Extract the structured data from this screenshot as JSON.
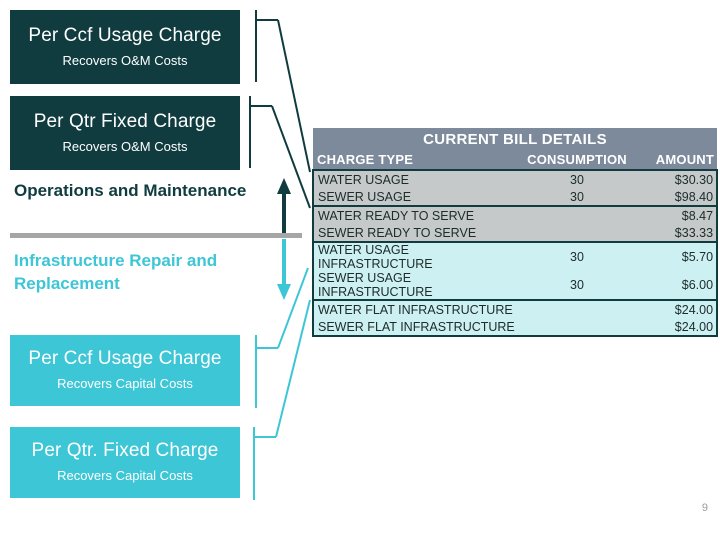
{
  "slide": {
    "page_number": "9",
    "colors": {
      "dark_teal": "#103C40",
      "cyan": "#3DC6D6",
      "table_header_slate": "#7D8A9C",
      "row_gray": "#C5C9C9",
      "row_cyan": "#CDF0F2",
      "divider_gray": "#A6A6A6"
    }
  },
  "charge_boxes": [
    {
      "id": "om-usage",
      "title": "Per Ccf Usage Charge",
      "subtitle": "Recovers O&M Costs",
      "style": "dark"
    },
    {
      "id": "om-fixed",
      "title": "Per Qtr Fixed Charge",
      "subtitle": "Recovers O&M Costs",
      "style": "dark"
    },
    {
      "id": "cap-usage",
      "title": "Per Ccf Usage Charge",
      "subtitle": "Recovers Capital Costs",
      "style": "cyan"
    },
    {
      "id": "cap-fixed",
      "title": "Per Qtr. Fixed Charge",
      "subtitle": "Recovers Capital Costs",
      "style": "cyan"
    }
  ],
  "categories": {
    "operations": "Operations and Maintenance",
    "infrastructure": "Infrastructure Repair and Replacement"
  },
  "bill_table": {
    "title": "CURRENT BILL DETAILS",
    "columns": [
      "CHARGE TYPE",
      "CONSUMPTION",
      "AMOUNT"
    ],
    "rows": [
      {
        "type": "WATER USAGE",
        "consumption": "30",
        "amount": "$30.30",
        "shade": "gray"
      },
      {
        "type": "SEWER USAGE",
        "consumption": "30",
        "amount": "$98.40",
        "shade": "gray"
      },
      {
        "type": "WATER READY TO SERVE",
        "consumption": "",
        "amount": "$8.47",
        "shade": "gray"
      },
      {
        "type": "SEWER READY TO SERVE",
        "consumption": "",
        "amount": "$33.33",
        "shade": "gray"
      },
      {
        "type": "WATER USAGE INFRASTRUCTURE",
        "consumption": "30",
        "amount": "$5.70",
        "shade": "cyan"
      },
      {
        "type": "SEWER USAGE INFRASTRUCTURE",
        "consumption": "30",
        "amount": "$6.00",
        "shade": "cyan"
      },
      {
        "type": "WATER FLAT INFRASTRUCTURE",
        "consumption": "",
        "amount": "$24.00",
        "shade": "cyan"
      },
      {
        "type": "SEWER FLAT INFRASTRUCTURE",
        "consumption": "",
        "amount": "$24.00",
        "shade": "cyan"
      }
    ]
  }
}
